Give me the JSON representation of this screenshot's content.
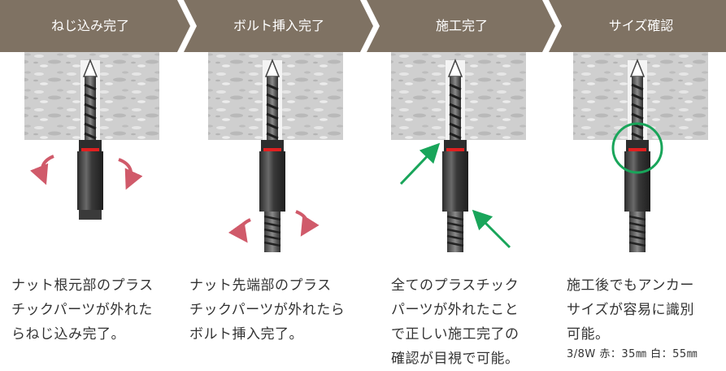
{
  "steps": [
    {
      "label": "ねじ込み完了"
    },
    {
      "label": "ボルト挿入完了"
    },
    {
      "label": "施工完了"
    },
    {
      "label": "サイズ確認"
    }
  ],
  "captions": [
    {
      "lines": [
        "ナット根元部のプラス",
        "チックパーツが外れた",
        "らねじ込み完了。"
      ]
    },
    {
      "lines": [
        "ナット先端部のプラス",
        "チックパーツが外れたら",
        "ボルト挿入完了。"
      ]
    },
    {
      "lines": [
        "全てのプラスチック",
        "パーツが外れたこと",
        "で正しい施工完了の",
        "確認が目視で可能。"
      ]
    },
    {
      "lines": [
        "施工後でもアンカー",
        "サイズが容易に識別",
        "可能。"
      ],
      "note": "3/8W 赤：35㎜ 白：55㎜"
    }
  ],
  "colors": {
    "header": "#7f7263",
    "concrete": "#cfcfcf",
    "marker_red": "#e02020",
    "arrow_green": "#19a55a",
    "rotation_arrow": "#d05a6a"
  }
}
